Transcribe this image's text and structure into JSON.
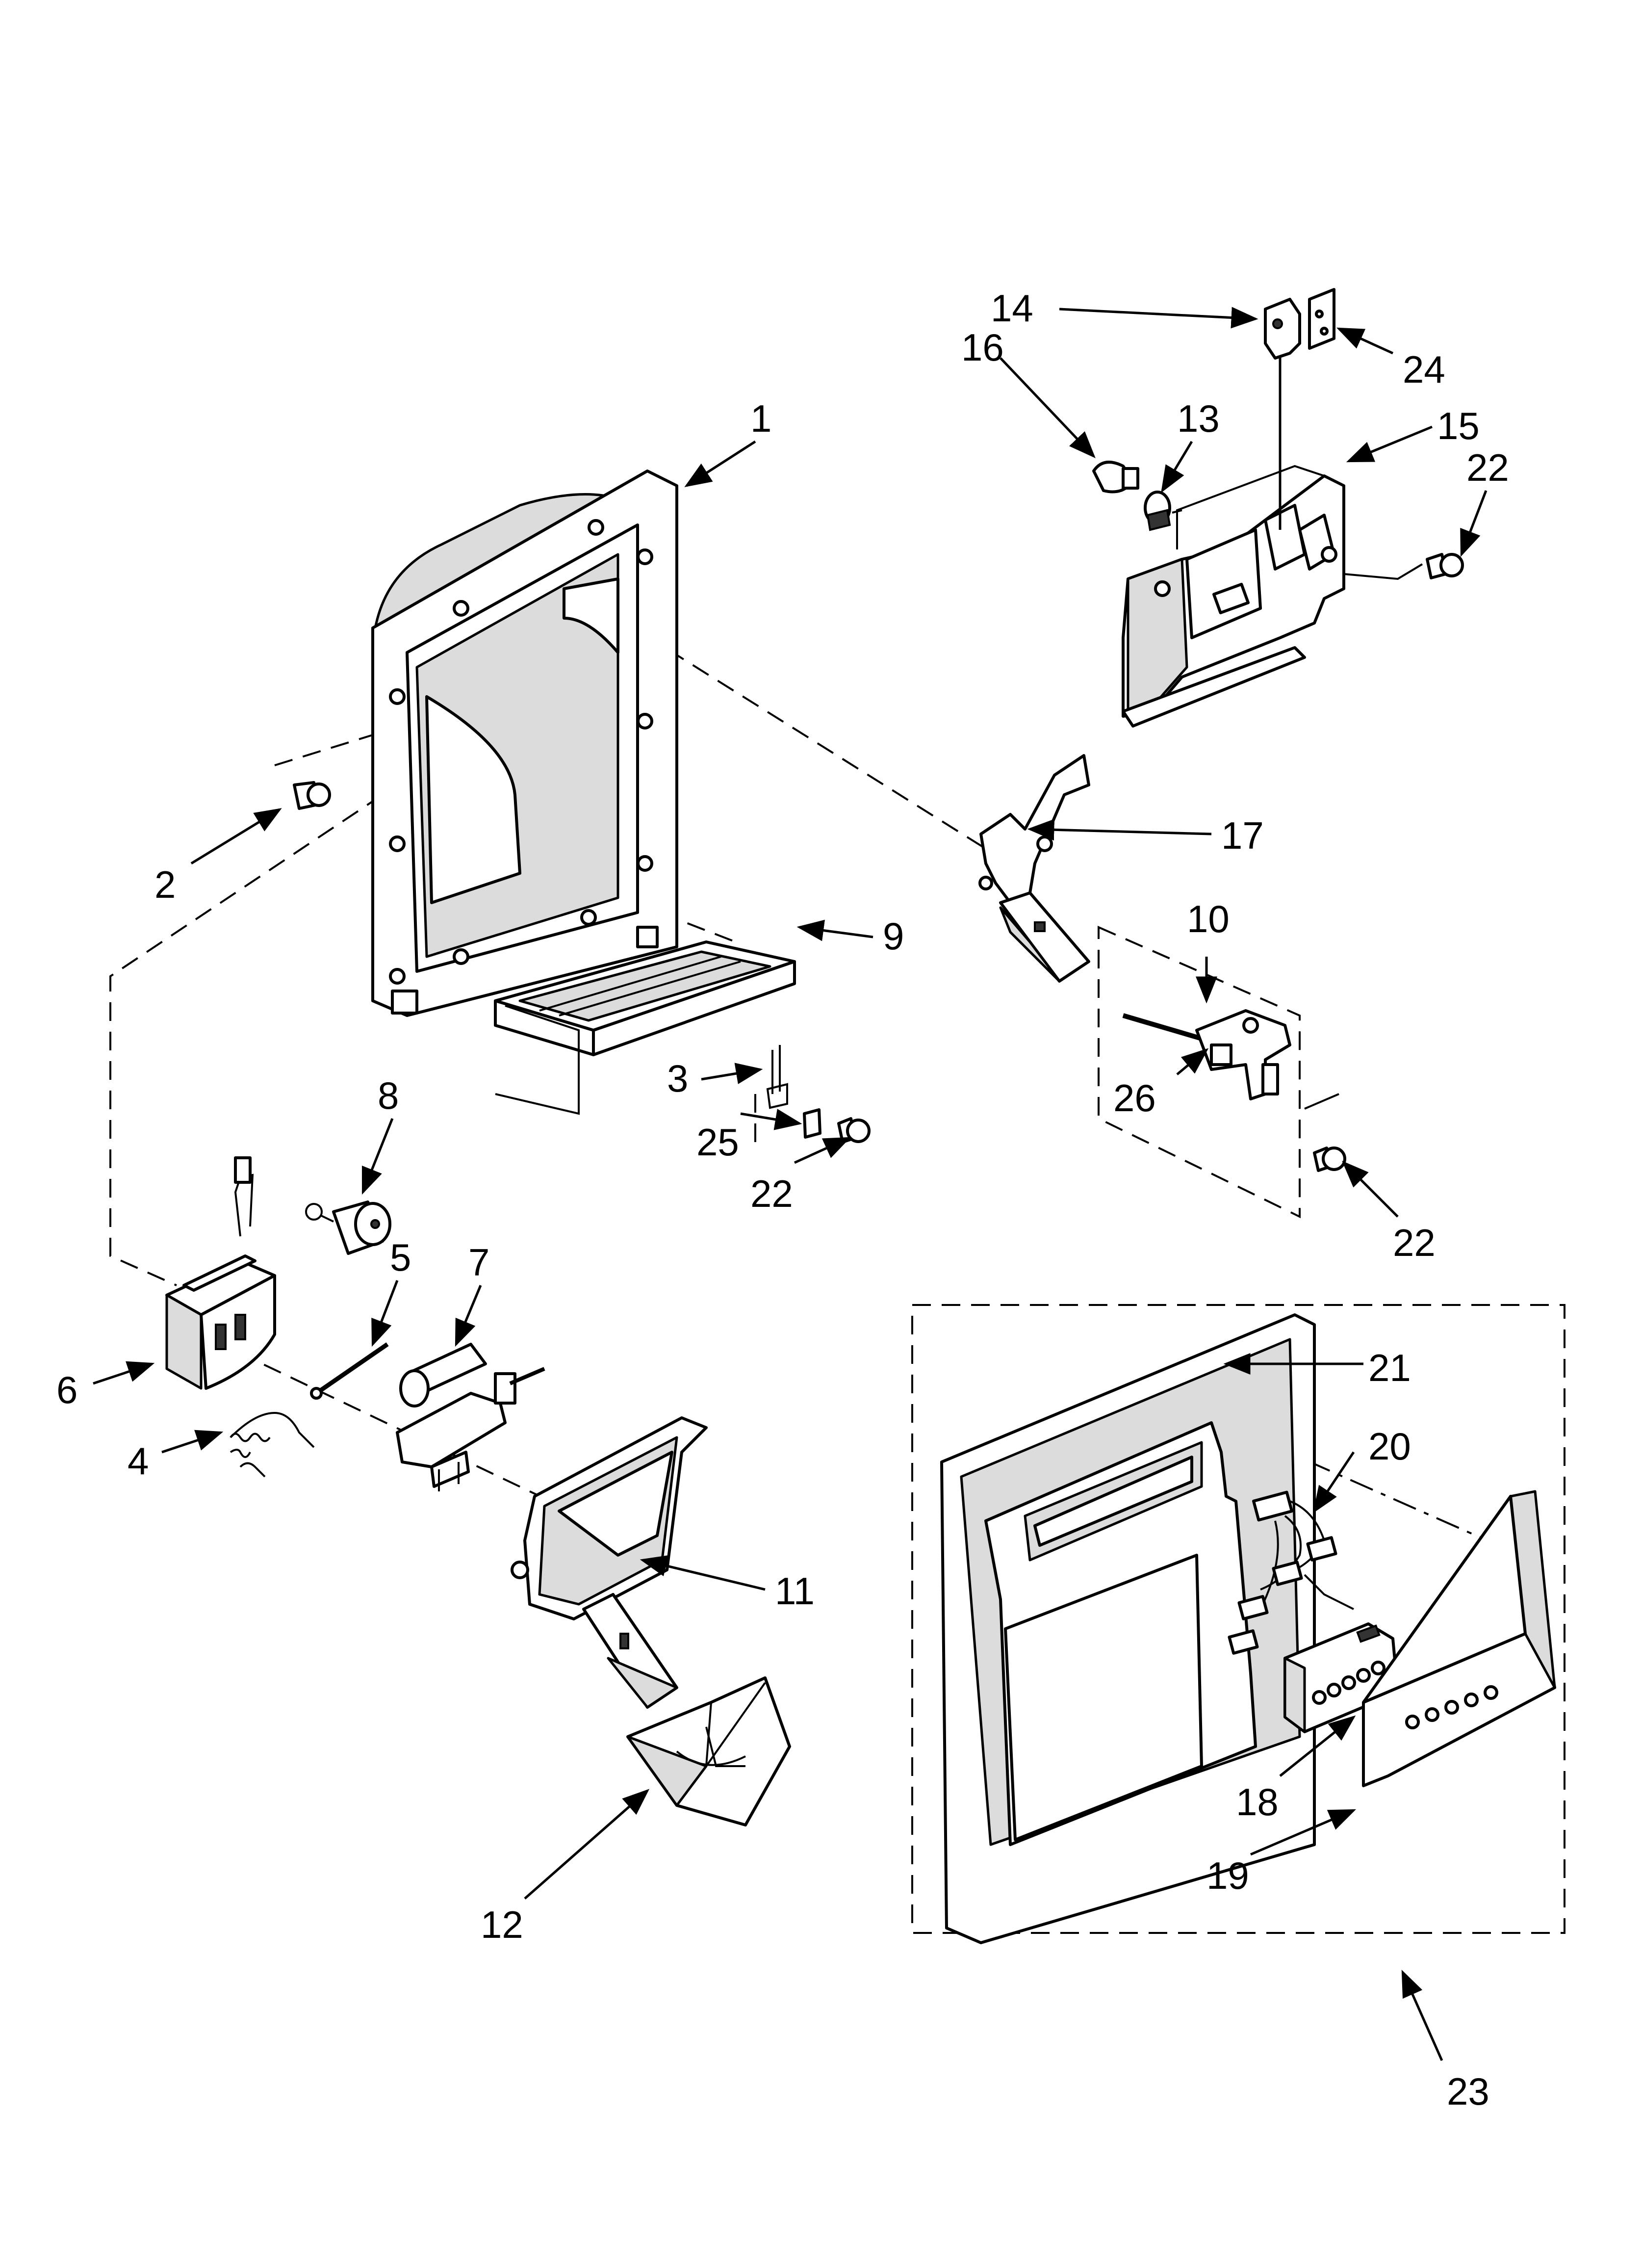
{
  "callouts": {
    "c1": "1",
    "c2": "2",
    "c3": "3",
    "c4": "4",
    "c5": "5",
    "c6": "6",
    "c7": "7",
    "c8": "8",
    "c9": "9",
    "c10": "10",
    "c11": "11",
    "c12": "12",
    "c13": "13",
    "c14": "14",
    "c15": "15",
    "c16": "16",
    "c17": "17",
    "c18": "18",
    "c19": "19",
    "c20": "20",
    "c21": "21",
    "c22a": "22",
    "c22b": "22",
    "c22c": "22",
    "c23": "23",
    "c24": "24",
    "c25": "25",
    "c26": "26"
  }
}
